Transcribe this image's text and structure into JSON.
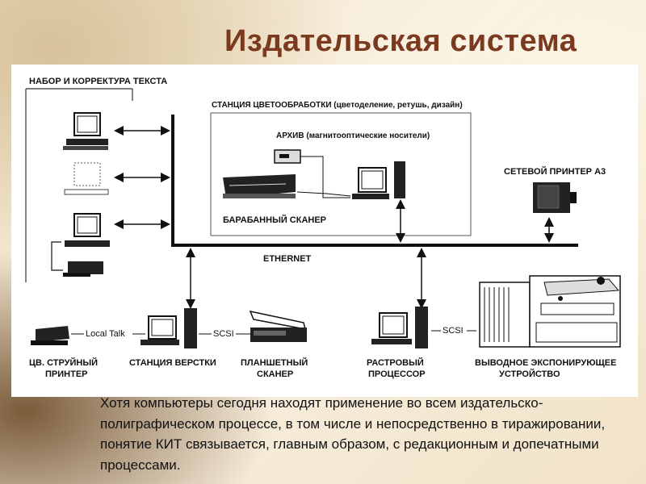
{
  "slide": {
    "title": "Издательская система",
    "body_text": "Хотя компьютеры сегодня находят применение во всем издательско-полиграфическом процессе, в том числе и непосредственно в тиражировании, понятие КИТ связывается, главным образом, с редакционным и допечатными процессами."
  },
  "diagram": {
    "labels": {
      "typesetting": "НАБОР И КОРРЕКТУРА ТЕКСТА",
      "color_station": "СТАНЦИЯ ЦВЕТООБРАБОТКИ (цветоделение, ретушь, дизайн)",
      "archive": "АРХИВ (магнитооптические носители)",
      "drum_scanner": "БАРАБАННЫЙ СКАНЕР",
      "network_printer": "СЕТЕВОЙ ПРИНТЕР А3",
      "ethernet": "ETHERNET",
      "localtalk": "Local Talk",
      "scsi_left": "SCSI",
      "scsi_right": "SCSI",
      "inkjet_line1": "ЦВ. СТРУЙНЫЙ",
      "inkjet_line2": "ПРИНТЕР",
      "layout_station": "СТАНЦИЯ ВЕРСТКИ",
      "flatbed_line1": "ПЛАНШЕТНЫЙ",
      "flatbed_line2": "СКАНЕР",
      "rip_line1": "РАСТРОВЫЙ",
      "rip_line2": "ПРОЦЕССОР",
      "imagesetter_line1": "ВЫВОДНОЕ ЭКСПОНИРУЮЩЕЕ",
      "imagesetter_line2": "УСТРОЙСТВО"
    }
  }
}
